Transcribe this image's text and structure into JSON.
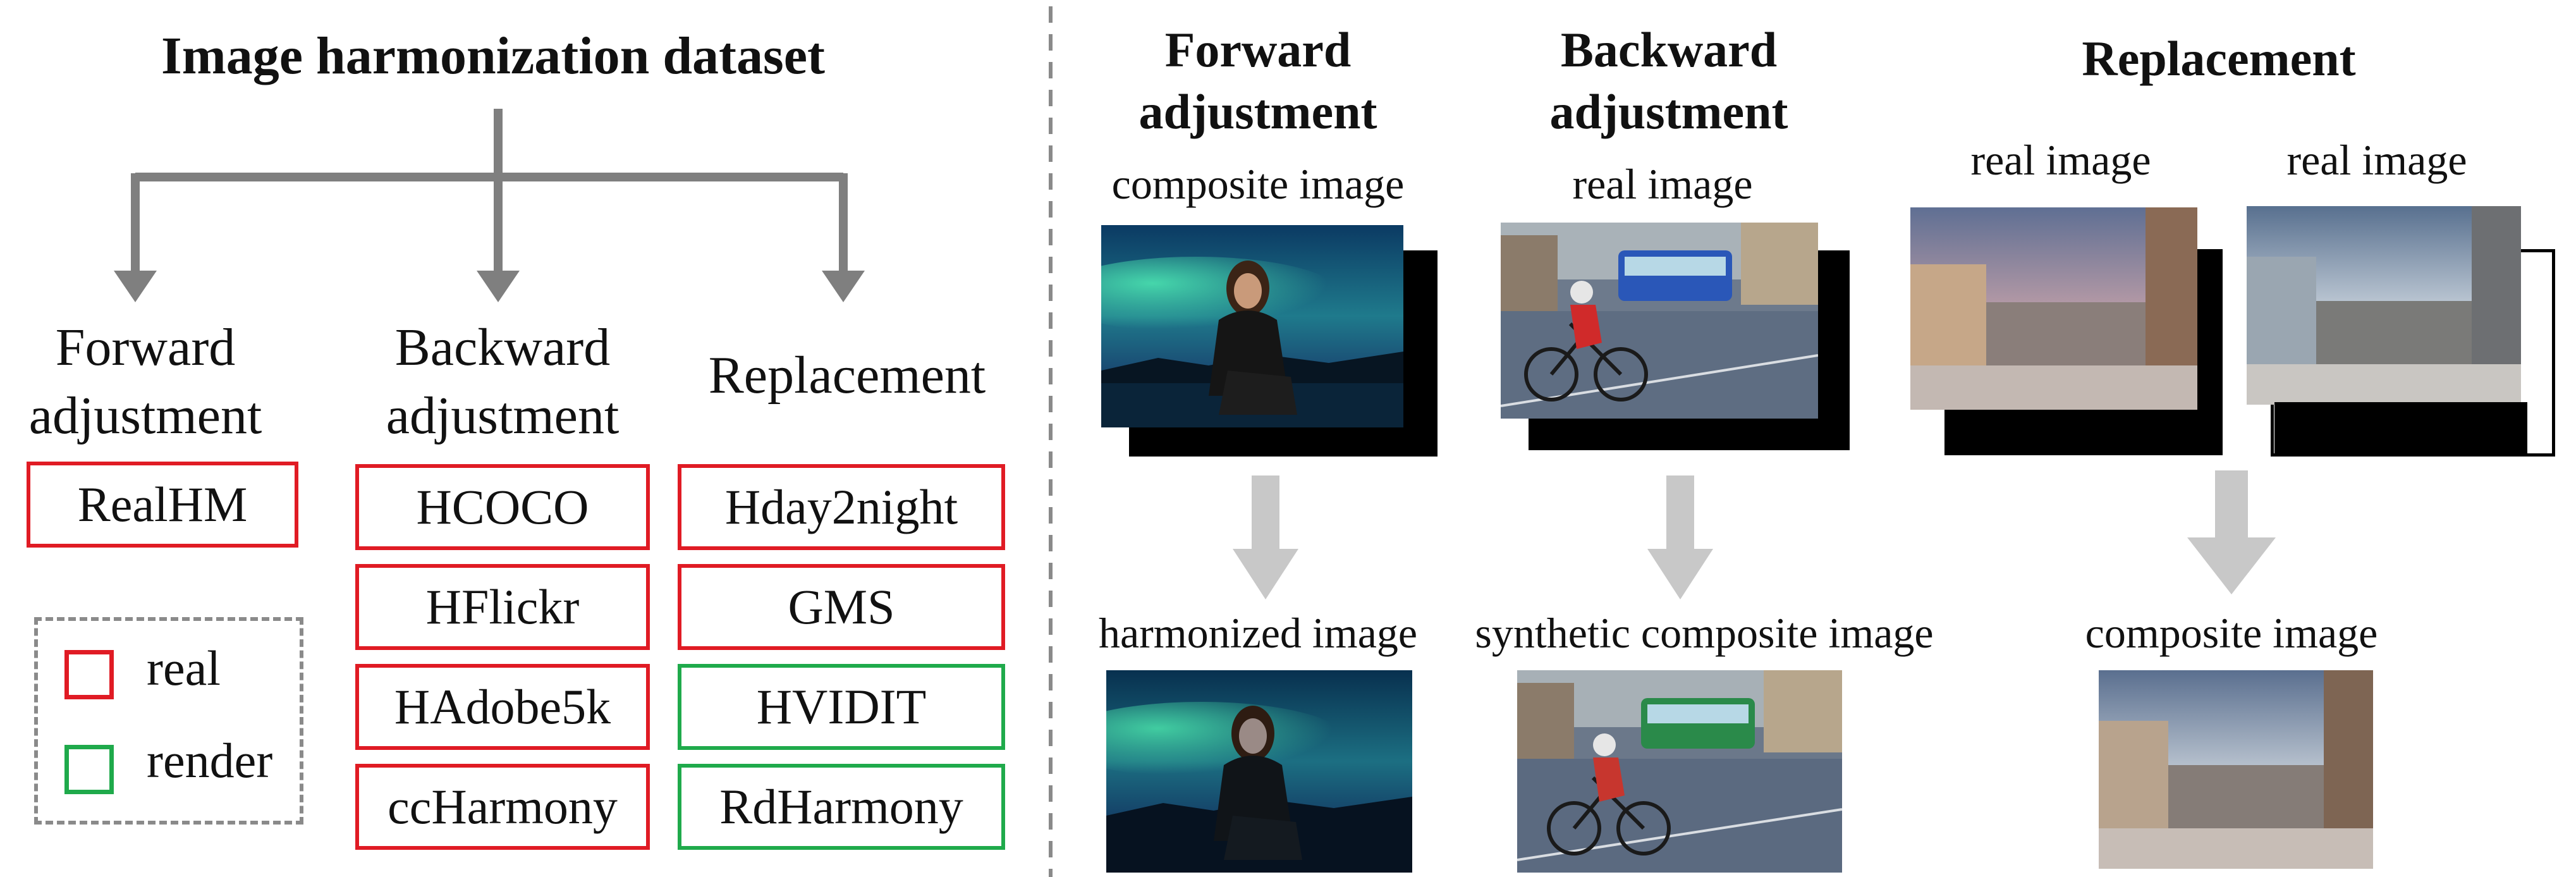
{
  "left": {
    "title": "Image harmonization dataset",
    "categories": [
      {
        "line1": "Forward",
        "line2": "adjustment",
        "datasets": [
          {
            "name": "RealHM",
            "kind": "real"
          }
        ]
      },
      {
        "line1": "Backward",
        "line2": "adjustment",
        "datasets": [
          {
            "name": "HCOCO",
            "kind": "real"
          },
          {
            "name": "HFlickr",
            "kind": "real"
          },
          {
            "name": "HAdobe5k",
            "kind": "real"
          },
          {
            "name": "ccHarmony",
            "kind": "real"
          }
        ]
      },
      {
        "line1": "Replacement",
        "line2": "",
        "datasets": [
          {
            "name": "Hday2night",
            "kind": "real"
          },
          {
            "name": "GMS",
            "kind": "real"
          },
          {
            "name": "HVIDIT",
            "kind": "render"
          },
          {
            "name": "RdHarmony",
            "kind": "render"
          }
        ]
      }
    ],
    "legend": {
      "real": "real",
      "render": "render"
    }
  },
  "right": {
    "forward": {
      "title_line1": "Forward",
      "title_line2": "adjustment",
      "top_caption": "composite image",
      "bottom_caption": "harmonized image"
    },
    "backward": {
      "title_line1": "Backward",
      "title_line2": "adjustment",
      "top_caption": "real image",
      "bottom_caption": "synthetic composite image"
    },
    "replacement": {
      "title": "Replacement",
      "top_caption_1": "real image",
      "top_caption_2": "real image",
      "bottom_caption": "composite image"
    }
  },
  "colors": {
    "real": "#e01b24",
    "render": "#1faa4b",
    "arrow_dark": "#7f7f7f",
    "arrow_light": "#c8c8c8",
    "divider": "#8a8a8a"
  },
  "icons": [
    "photo-aurora-woman",
    "photo-cyclist-street",
    "photo-city-skyline"
  ]
}
